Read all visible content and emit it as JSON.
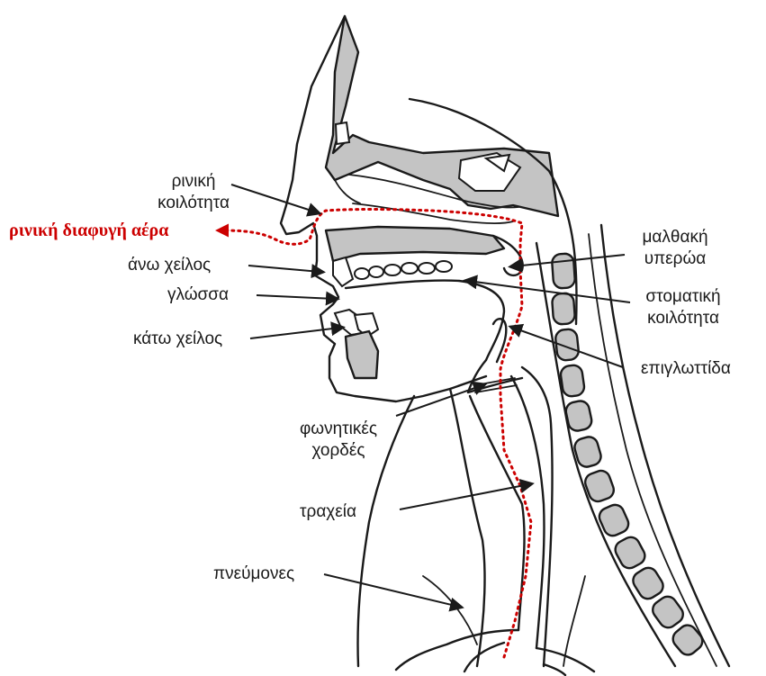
{
  "diagram": {
    "labels": {
      "nasal_cavity": "ρινική\nκοιλότητα",
      "nasal_airflow": "ρινική διαφυγή αέρα",
      "upper_lip": "άνω χείλος",
      "tongue": "γλώσσα",
      "lower_lip": "κάτω χείλος",
      "soft_palate": "μαλθακή\nυπερώα",
      "oral_cavity": "στοματική\nκοιλότητα",
      "epiglottis": "επιγλωττίδα",
      "vocal_cords": "φωνητικές\nχορδές",
      "trachea": "τραχεία",
      "lungs": "πνεύμονες"
    },
    "colors": {
      "airflow": "#cc0000",
      "bone": "#c4c4c4",
      "line": "#1a1a1a"
    }
  }
}
